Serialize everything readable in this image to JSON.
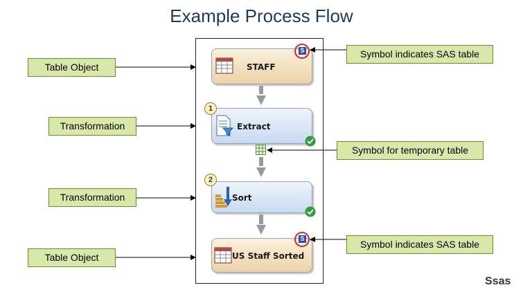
{
  "title": "Example Process Flow",
  "nodes": {
    "staff": {
      "label": "STAFF"
    },
    "extract": {
      "label": "Extract",
      "number": "1"
    },
    "sort": {
      "label": "Sort",
      "number": "2"
    },
    "sorted": {
      "label": "US Staff Sorted"
    }
  },
  "callouts": {
    "table_object_1": "Table Object",
    "transformation_1": "Transformation",
    "transformation_2": "Transformation",
    "table_object_2": "Table Object",
    "sas_table_1": "Symbol indicates SAS table",
    "temp_table": "Symbol for temporary table",
    "sas_table_2": "Symbol indicates SAS table"
  },
  "badges": {
    "sas_badge": "S"
  },
  "logo": "Ssas",
  "colors": {
    "callout_fill": "#d8e8a8",
    "title": "#1f3a5a",
    "status_green": "#2e9d3a",
    "sas_badge_blue": "#2b4fa8",
    "ring_red": "#d9232e"
  }
}
